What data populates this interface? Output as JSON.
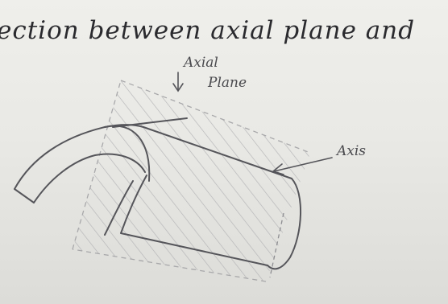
{
  "heading": {
    "text": "ection between axial plane and"
  },
  "labels": {
    "axial_plane_line1": "Axial",
    "axial_plane_line2": "Plane",
    "axis": "Axis"
  },
  "colors": {
    "paper": "#e9e9e5",
    "ink": "#2a2a2e",
    "pencil": "#55555a",
    "pencil_light": "#a4a4a6"
  }
}
